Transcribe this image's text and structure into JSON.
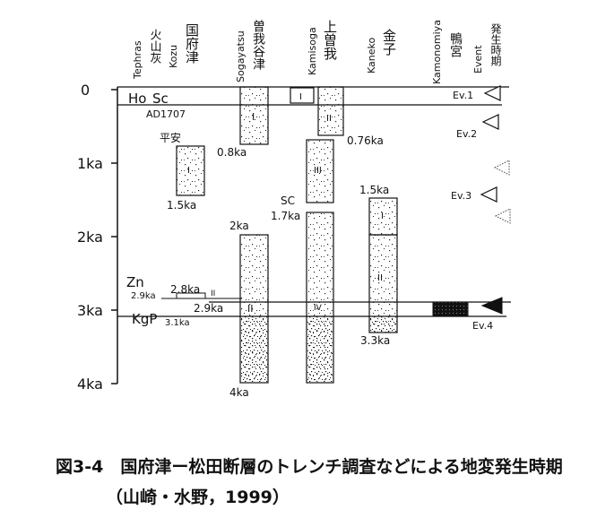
{
  "columns": {
    "tephras": {
      "en": "Tephras",
      "jp": "火山灰"
    },
    "kozu": {
      "en": "Kozu",
      "jp": "国府津"
    },
    "sogayatsu": {
      "en": "Sogayatsu",
      "jp": "曽我谷津"
    },
    "kamisoga": {
      "en": "Kamisoga",
      "jp": "上曽我"
    },
    "kaneko": {
      "en": "Kaneko",
      "jp": "金子"
    },
    "kamonomiya": {
      "en": "Kamonomiya",
      "jp": "鴨宮"
    },
    "event": {
      "en": "Event",
      "jp": "発生時期"
    }
  },
  "axis": {
    "ticks": [
      "0",
      "1ka",
      "2ka",
      "3ka",
      "4ka"
    ]
  },
  "tephra_labels": {
    "ho": "Ho",
    "sc": "Sc",
    "ad": "AD1707",
    "zn": "Zn",
    "zn_age": "2.9ka",
    "kgp": "KgP",
    "kgp_age": "3.1ka"
  },
  "units": {
    "roman_1": "I",
    "roman_2": "II",
    "roman_3": "III",
    "roman_4": "IV"
  },
  "annotations": {
    "heian": "平安",
    "kozu_bottom": "1.5ka",
    "soga_08": "0.8ka",
    "soga_2": "2ka",
    "soga_29": "2.9ka",
    "soga_4": "4ka",
    "kami_076": "0.76ka",
    "kami_sc": "SC",
    "kami_17": "1.7ka",
    "kozu_28": "2.8ka",
    "kaneko_15": "1.5ka",
    "kaneko_33": "3.3ka"
  },
  "events": [
    "Ev.1",
    "Ev.2",
    "Ev.3",
    "Ev.4"
  ],
  "caption": {
    "line1": "図3-4　国府津ー松田断層のトレンチ調査などによる地変発生時期",
    "line2": "（山崎・水野，1999）"
  }
}
